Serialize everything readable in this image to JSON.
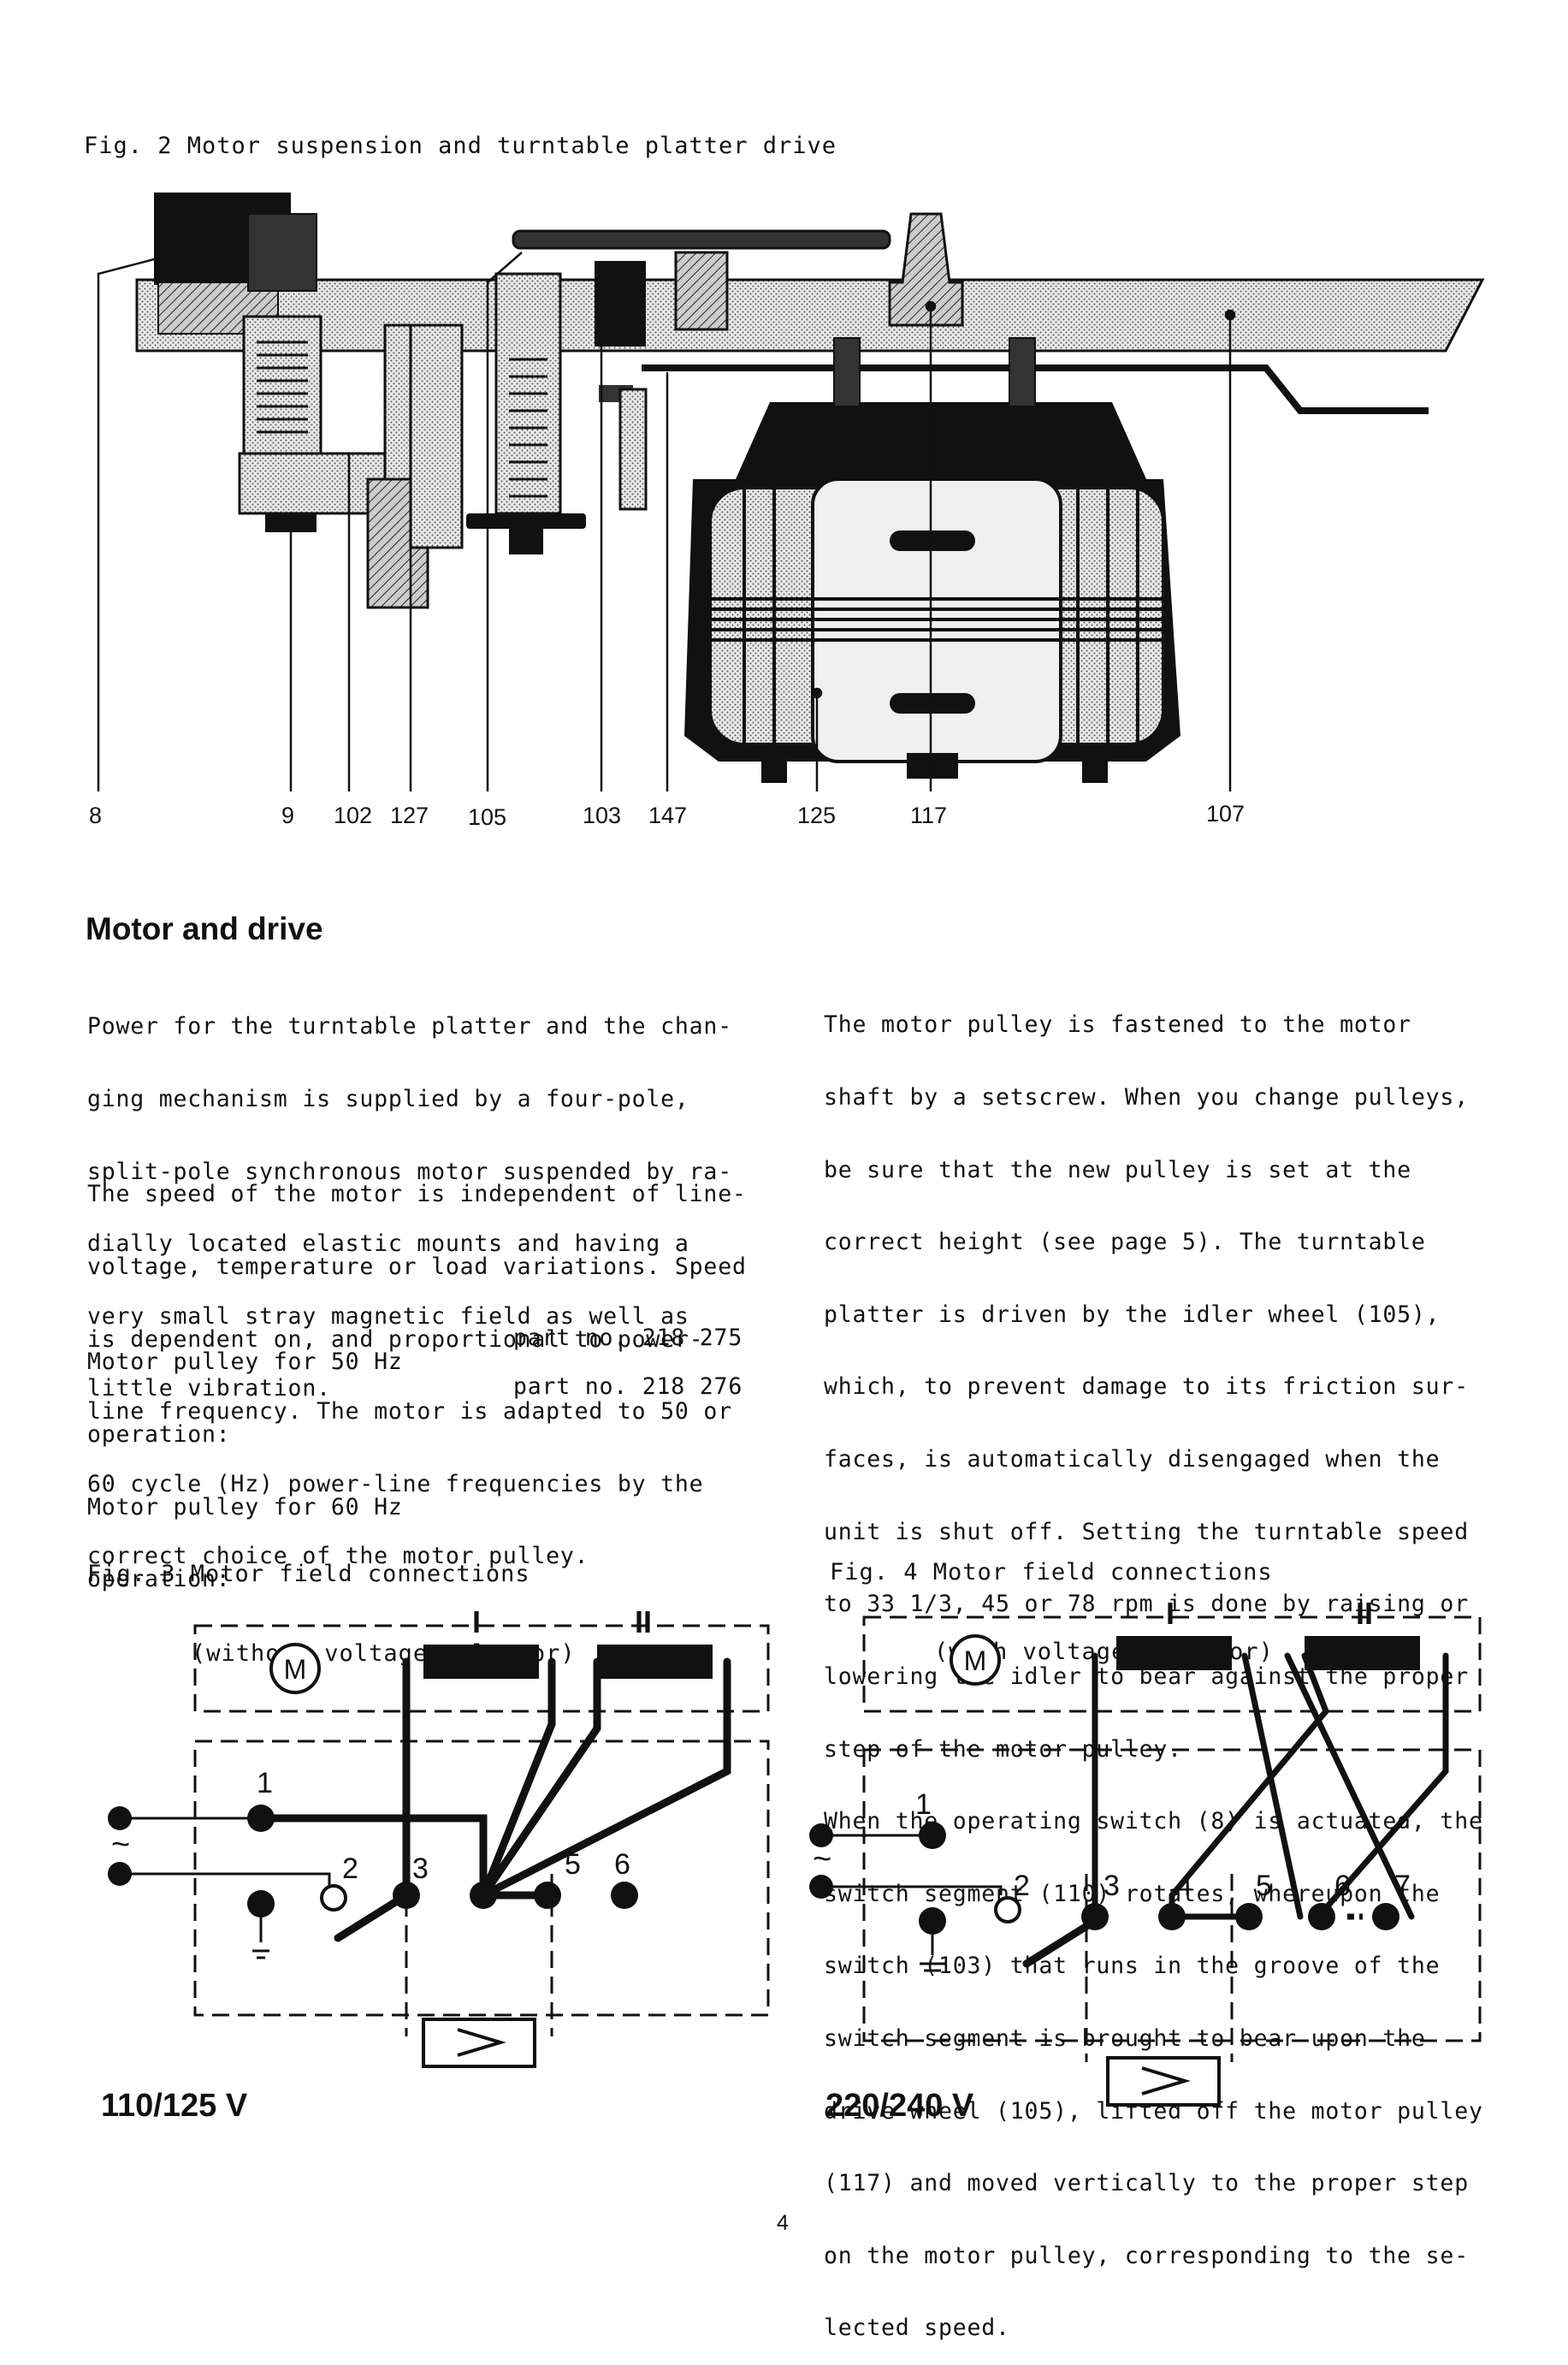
{
  "figures": {
    "fig2": {
      "caption": "Fig. 2 Motor suspension and turntable platter drive",
      "callouts": [
        "8",
        "9",
        "102",
        "127",
        "105",
        "103",
        "147",
        "125",
        "117",
        "107"
      ]
    },
    "fig3": {
      "caption_line1": "Fig. 3 Motor field connections",
      "caption_line2": "(without voltage selector)",
      "voltage": "110/125 V",
      "labels": {
        "motor": "M",
        "winding1": "I",
        "winding2": "II",
        "t1": "1",
        "t2": "2",
        "t3": "3",
        "t5": "5",
        "t6": "6",
        "ac": "~"
      }
    },
    "fig4": {
      "caption_line1": "Fig. 4 Motor field connections",
      "caption_line2": "(with voltage selector)",
      "voltage": "220/240 V",
      "labels": {
        "motor": "M",
        "winding1": "I",
        "winding2": "II",
        "t1": "1",
        "t2": "2",
        "t3": "3",
        "t4": "4",
        "t5": "5",
        "t6": "6",
        "t7": "7",
        "ac": "~"
      }
    }
  },
  "section": {
    "heading": "Motor and drive",
    "left_para1": [
      "Power for the turntable platter and the chan-",
      "ging mechanism is supplied by a four-pole,",
      "split-pole synchronous motor suspended by ra-",
      "dially located elastic mounts and having a",
      "very small stray magnetic field as well as",
      "little vibration."
    ],
    "left_para2": [
      "The speed of the motor is independent of line-",
      "voltage, temperature or load variations. Speed",
      "is dependent on, and proportional to power-",
      "line frequency. The motor is adapted to 50 or",
      "60 cycle (Hz) power-line frequencies by the",
      "correct choice of the motor pulley."
    ],
    "parts": [
      {
        "label_line1": "Motor pulley for 50 Hz",
        "label_line2": "operation:",
        "part": "part no. 218 275"
      },
      {
        "label_line1": "Motor pulley for 60 Hz",
        "label_line2": "operation:",
        "part": "part no. 218 276"
      }
    ],
    "right_para": [
      "The motor pulley is fastened to the motor",
      "shaft by a setscrew. When you change pulleys,",
      "be sure that the new pulley is set at the",
      "correct height (see page 5). The turntable",
      "platter is driven by the idler wheel (105),",
      "which, to prevent damage to its friction sur-",
      "faces, is automatically disengaged when the",
      "unit is shut off. Setting the turntable speed",
      "to 33 1/3, 45 or 78 rpm is done by raising or",
      "lowering the idler to bear against the proper",
      "step of the motor pulley.",
      "When the operating switch (8) is actuated, the",
      "switch segment (110) rotates, whereupon the",
      "switch (103) that runs in the groove of the",
      "switch segment is brought to bear upon the",
      "drive wheel (105), lifted off the motor pulley",
      "(117) and moved vertically to the proper step",
      "on the motor pulley, corresponding to the se-",
      "lected speed."
    ]
  },
  "page_number": "4"
}
